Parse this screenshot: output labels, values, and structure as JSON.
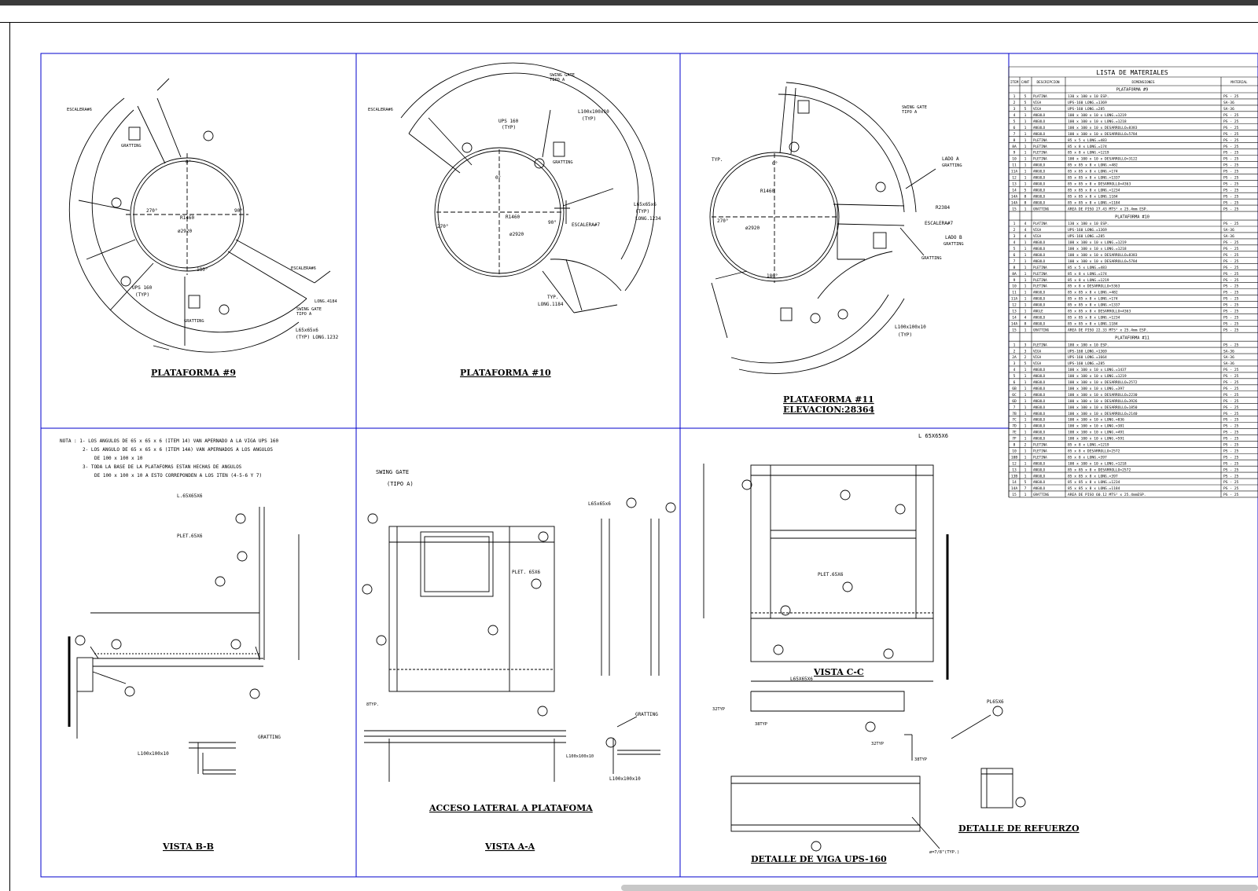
{
  "views": {
    "p9": {
      "title": "PLATAFORMA #9"
    },
    "p10": {
      "title": "PLATAFORMA #10"
    },
    "p11": {
      "title": "PLATAFORMA #11",
      "subtitle": "ELEVACION:28364"
    },
    "vbb": {
      "title": "VISTA B-B"
    },
    "acceso": {
      "title": "ACCESO LATERAL A PLATAFOMA"
    },
    "vaa": {
      "title": "VISTA A-A"
    },
    "vcc": {
      "title": "VISTA C-C"
    },
    "viga": {
      "title": "DETALLE DE VIGA UPS-160"
    },
    "refuerzo": {
      "title": "DETALLE DE REFUERZO"
    }
  },
  "labels": {
    "p9_escalera": "ESCALERA#6",
    "p9_escalera2": "ESCALERA#6",
    "p9_grating": "GRATTING",
    "p9_grating2": "GRATTING",
    "p9_ups": "UPS 160",
    "p9_typ": "(TYP)",
    "p9_swing": "SWING GATE",
    "p9_swing2": "TIPO A",
    "p9_long": "LONG.4184",
    "p9_l65": "L65x65x6",
    "p9_l65b": "(TYP) LONG.1232",
    "p9_r": "R1460",
    "p9_d": "ø2920",
    "p9_0": "0°",
    "p9_90": "90°",
    "p9_180": "180°",
    "p9_270": "270°",
    "p10_swing": "SWING GATE",
    "p10_swing2": "TIPO A",
    "p10_escalera": "ESCALERA#6",
    "p10_escalera7": "ESCALERA#7",
    "p10_l100": "L100x100x10",
    "p10_typ": "(TYP)",
    "p10_ups": "UPS 160",
    "p10_ups2": "(TYP)",
    "p10_grating": "GRATTING",
    "p10_l65": "L65x65x6",
    "p10_l65b": "(TYP)",
    "p10_long": "LONG.1234",
    "p10_typ2": "TYP.",
    "p10_long2": "LONG.1184",
    "p10_r": "R1460",
    "p10_d": "ø2920",
    "p10_0": "0°",
    "p10_90": "90°",
    "p10_270": "270°",
    "p11_swing": "SWING GATE",
    "p11_swing2": "TIPO A",
    "p11_ladoa": "LADO A",
    "p11_grating": "GRATTING",
    "p11_r2384": "R2384",
    "p11_escalera": "ESCALERA#7",
    "p11_ladob": "LADO B",
    "p11_grating2": "GRATTING",
    "p11_l100": "L100x100x10",
    "p11_typ": "(TYP)",
    "p11_r": "R1460",
    "p11_d": "ø2920",
    "p11_typ2": "TYP.",
    "p11_180": "180°",
    "p11_270": "270°",
    "p11_0": "0°",
    "bb_l65": "L.65X65X6",
    "bb_plet": "PLET.65X6",
    "bb_l100": "L100x100x10",
    "bb_grating": "GRATTING",
    "aa_swing": "SWING GATE",
    "aa_tipo": "(TIPO A)",
    "aa_plet": "PLET. 65X6",
    "aa_l65": "L65x65x6",
    "aa_grating": "GRATTING",
    "aa_l100": "L100x100x10",
    "aa_l100b": "L100x100x10",
    "aa_8typ": "8TYP.",
    "cc_l65": "L 65X65X6",
    "cc_plet": "PLET.65X6",
    "viga_l65": "L65X65X6",
    "viga_32typ": "32TYP",
    "viga_38typ": "38TYP",
    "viga_32typb": "32TYP",
    "viga_38typb": "38TYP",
    "viga_bolt": "ø=7/8\"(TYP.)",
    "ref_pl": "PL65X6"
  },
  "notes": [
    "NOTA : 1- LOS ANGULOS DE 65 x 65 x 6 (ITEM 14) VAN APERNADO A LA VIGA UPS 160",
    "2- LOS ANGULO DE 65 x 65 x 6 (ITEM 14A) VAN APERNADOS A LOS ANGULOS",
    "DE 100 x 100 x 10",
    "3- TODA LA BASE DE LA PLATAFOMAS ESTAN HECHAS DE ANGULOS",
    "DE 100 x 100 x 10 A ESTO CORREPONDEN A LOS ITEN (4-5-6 Y 7)"
  ],
  "bom": {
    "title": "LISTA DE MATERIALES",
    "headers": [
      "ITEM",
      "CANT",
      "DESCRIPCION",
      "DIMENSIONES",
      "MATERIAL"
    ],
    "sections": [
      {
        "name": "PLATAFORMA #9",
        "rows": [
          [
            "1",
            "5",
            "PLATINA",
            "130 x 180 x 10 ESP.",
            "PS - 25"
          ],
          [
            "2",
            "5",
            "VIGA",
            "UPS-160 LONG.=1369",
            "SA-36"
          ],
          [
            "3",
            "5",
            "VIGA",
            "UPS-160 LONG.=285",
            "SA-36"
          ],
          [
            "4",
            "1",
            "ANGULO",
            "100 x 100 x 10 x LONG.=1219",
            "PS - 25"
          ],
          [
            "5",
            "1",
            "ANGULO",
            "100 x 100 x 10 x LONG.=1218",
            "PS - 25"
          ],
          [
            "6",
            "1",
            "ANGULO",
            "100 x 100 x 10 x DESARROLLO=8383",
            "PS - 25"
          ],
          [
            "7",
            "1",
            "ANGULO",
            "100 x 100 x 10 x DESARROLLO=5784",
            "PS - 25"
          ],
          [
            "8",
            "1",
            "PLETINA",
            "85 x 5 x LONG.=483",
            "PS - 25"
          ],
          [
            "8A",
            "1",
            "PLETINA",
            "85 x 8 x LONG.=174",
            "PS - 25"
          ],
          [
            "9",
            "1",
            "PLETINA",
            "85 x 8 x LONG.=1219",
            "PS - 25"
          ],
          [
            "10",
            "1",
            "PLETINA",
            "100 x 100 x 10 x DESARROLLO=3122",
            "PS - 25"
          ],
          [
            "11",
            "1",
            "ANGULO",
            "85 x 85 x 8 x LONG.=482",
            "PS - 25"
          ],
          [
            "11A",
            "1",
            "ANGULO",
            "85 x 85 x 8 x LONG.=174",
            "PS - 25"
          ],
          [
            "12",
            "1",
            "ANGULO",
            "85 x 85 x 8 x LONG.=1337",
            "PS - 25"
          ],
          [
            "13",
            "1",
            "ANGULO",
            "85 x 85 x 8 x DESARROLLO=4363",
            "PS - 25"
          ],
          [
            "14",
            "5",
            "ANGULO",
            "85 x 85 x 8 x LONG.=1234",
            "PS - 25"
          ],
          [
            "14A",
            "8",
            "ANGULO",
            "85 x 85 x 8 x LONG.1184",
            "PS - 25"
          ],
          [
            "14A",
            "8",
            "ANGULO",
            "85 x 85 x 8 x LONG.=1184",
            "PS - 25"
          ],
          [
            "15",
            "1",
            "GRATTING",
            "AREA DE PISO 27.43 MTS² x 25.4mm ESP.",
            "PS - 25"
          ]
        ]
      },
      {
        "name": "PLATAFORMA #10",
        "rows": [
          [
            "1",
            "4",
            "PLATINA",
            "130 x 180 x 10 ESP.",
            "PS - 25"
          ],
          [
            "2",
            "4",
            "VIGA",
            "UPS-160 LONG.=1369",
            "SA-36"
          ],
          [
            "3",
            "4",
            "VIGA",
            "UPS-160 LONG.=285",
            "SA-36"
          ],
          [
            "4",
            "1",
            "ANGULO",
            "100 x 100 x 10 x LONG.=1219",
            "PS - 25"
          ],
          [
            "5",
            "1",
            "ANGULO",
            "100 x 100 x 10 x LONG.=1218",
            "PS - 25"
          ],
          [
            "6",
            "1",
            "ANGULO",
            "100 x 100 x 10 x DESARROLLO=8383",
            "PS - 25"
          ],
          [
            "7",
            "1",
            "ANGULO",
            "100 x 100 x 10 x DESARROLLO=5784",
            "PS - 25"
          ],
          [
            "8",
            "1",
            "PLETINA",
            "85 x 5 x LONG.=483",
            "PS - 25"
          ],
          [
            "8A",
            "1",
            "PLETINA",
            "85 x 8 x LONG.=174",
            "PS - 25"
          ],
          [
            "9",
            "1",
            "PLETINA",
            "85 x 8 x LONG.=1219",
            "PS - 25"
          ],
          [
            "10",
            "1",
            "PLETINA",
            "85 x 8 x DESARROLLO=5363",
            "PS - 25"
          ],
          [
            "11",
            "1",
            "ANGULO",
            "85 x 85 x 8 x LONG.=482",
            "PS - 25"
          ],
          [
            "11A",
            "1",
            "ANGULO",
            "85 x 85 x 8 x LONG.=174",
            "PS - 25"
          ],
          [
            "12",
            "1",
            "ANGULO",
            "85 x 85 x 8 x LONG.=1337",
            "PS - 25"
          ],
          [
            "13",
            "1",
            "ANGLE",
            "85 x 85 x 8 x DESARROLLO=4363",
            "PS - 25"
          ],
          [
            "14",
            "4",
            "ANGULO",
            "85 x 85 x 8 x LONG.=1234",
            "PS - 25"
          ],
          [
            "14A",
            "8",
            "ANGULO",
            "85 x 85 x 8 x LONG.1184",
            "PS - 25"
          ],
          [
            "15",
            "1",
            "GRATTING",
            "AREA DE PISO 22.33 MTS² x 25.4mm ESP.",
            "PS - 25"
          ]
        ]
      },
      {
        "name": "PLATAFORMA #11",
        "rows": [
          [
            "1",
            "3",
            "PLETINA",
            "180 x 180 x 10 ESP.",
            "PS - 25"
          ],
          [
            "2",
            "3",
            "VIGA",
            "UPS-160 LONG.=1369",
            "SA-36"
          ],
          [
            "2A",
            "2",
            "VIGA",
            "UPS-160 LONG.=1664",
            "SA-36"
          ],
          [
            "3",
            "5",
            "VIGA",
            "UPS-160 LONG.=285",
            "SA-36"
          ],
          [
            "4",
            "1",
            "ANGULO",
            "100 x 100 x 10 x LONG.=1437",
            "PS - 25"
          ],
          [
            "5",
            "1",
            "ANGULO",
            "100 x 100 x 10 x LONG.=1219",
            "PS - 25"
          ],
          [
            "6",
            "1",
            "ANGULO",
            "100 x 100 x 10 x DESARROLLO=2572",
            "PS - 25"
          ],
          [
            "6B",
            "1",
            "ANGULO",
            "100 x 100 x 10 x LONG.=397",
            "PS - 25"
          ],
          [
            "6C",
            "1",
            "ANGULO",
            "100 x 100 x 10 x DESARROLLO=2230",
            "PS - 25"
          ],
          [
            "6D",
            "1",
            "ANGULO",
            "100 x 100 x 10 x DESARROLLO=3926",
            "PS - 25"
          ],
          [
            "7",
            "1",
            "ANGULO",
            "100 x 100 x 10 x DESARROLLO=1850",
            "PS - 25"
          ],
          [
            "7B",
            "1",
            "ANGULO",
            "100 x 100 x 10 x DESARROLLO=2140",
            "PS - 25"
          ],
          [
            "7C",
            "1",
            "ANGULO",
            "100 x 100 x 10 x LONG.=836",
            "PS - 25"
          ],
          [
            "7D",
            "1",
            "ANGULO",
            "100 x 100 x 10 x LONG.=381",
            "PS - 25"
          ],
          [
            "7E",
            "1",
            "ANGULO",
            "100 x 100 x 10 x LONG.=491",
            "PS - 25"
          ],
          [
            "7F",
            "1",
            "ANGULO",
            "100 x 100 x 10 x LONG.=591",
            "PS - 25"
          ],
          [
            "8",
            "2",
            "PLETINA",
            "85 x 8 x LONG.=1219",
            "PS - 25"
          ],
          [
            "10",
            "1",
            "PLETINA",
            "85 x 8 x DESARROLLO=2572",
            "PS - 25"
          ],
          [
            "10B",
            "1",
            "PLETINA",
            "85 x 8 x LONG.=397",
            "PS - 25"
          ],
          [
            "12",
            "1",
            "ANGULO",
            "100 x 100 x 10 x LONG.=1218",
            "PS - 25"
          ],
          [
            "13",
            "1",
            "ANGULO",
            "85 x 85 x 8 x DESARROLLO=2572",
            "PS - 25"
          ],
          [
            "13B",
            "1",
            "ANGULO",
            "85 x 85 x 8 x LONG.=397",
            "PS - 25"
          ],
          [
            "14",
            "5",
            "ANGULO",
            "85 x 85 x 8 x LONG.=1234",
            "PS - 25"
          ],
          [
            "14A",
            "7",
            "ANGULO",
            "85 x 85 x 8 x LONG.=1184",
            "PS - 25"
          ],
          [
            "15",
            "1",
            "GRATTING",
            "AREA DE PISO 60.12 MTS² x 25.4mmESP.",
            "PS - 25"
          ]
        ]
      }
    ]
  },
  "colors": {
    "frame": "#0000cc",
    "line": "#000000",
    "topbar": "#3a3a3a"
  }
}
